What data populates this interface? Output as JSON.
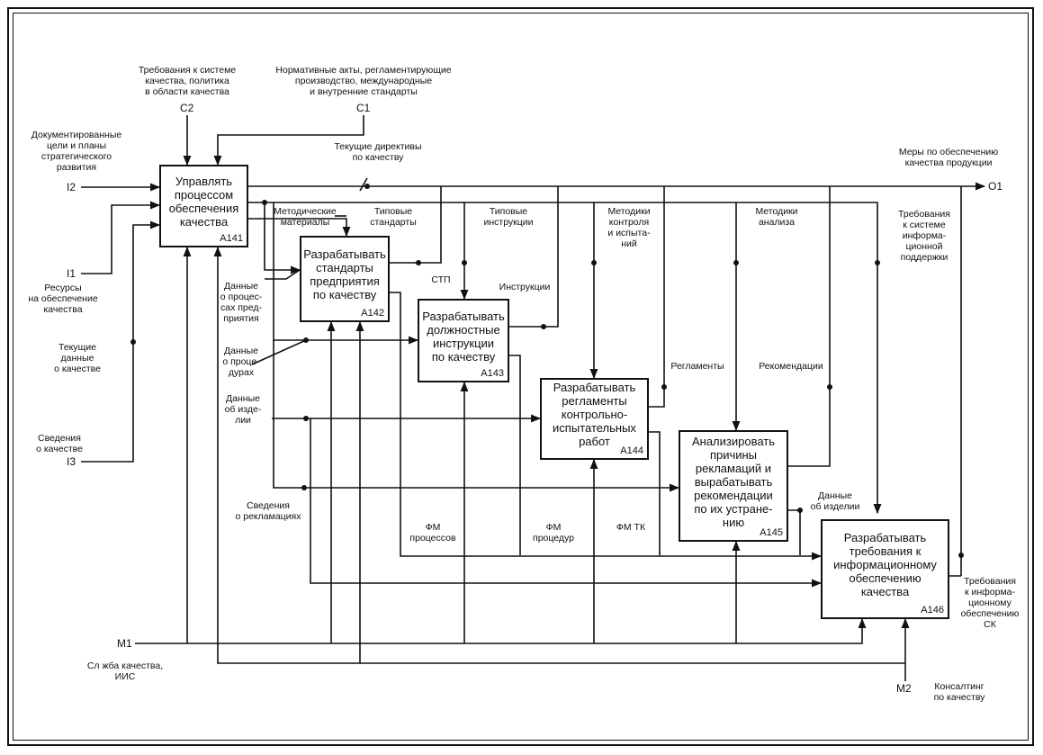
{
  "boxes": [
    {
      "id": "A141",
      "title": "Управлять\nпроцессом\nобеспечения\nкачества",
      "code": "A141"
    },
    {
      "id": "A142",
      "title": "Разрабатывать\nстандарты\nпредприятия\nпо качеству",
      "code": "A142"
    },
    {
      "id": "A143",
      "title": "Разрабатывать\nдолжностные\nинструкции\nпо качеству",
      "code": "A143"
    },
    {
      "id": "A144",
      "title": "Разрабатывать\nрегламенты\nконтрольно-\nиспытательных\nработ",
      "code": "A144"
    },
    {
      "id": "A145",
      "title": "Анализировать\nпричины\nрекламаций и\nвырабатывать\nрекомендации\nпо их устране-\nнию",
      "code": "A145"
    },
    {
      "id": "A146",
      "title": "Разрабатывать\nтребования к\nинформационному\nобеспечению\nкачества",
      "code": "A146"
    }
  ],
  "ports": {
    "C2": "C2",
    "C1": "C1",
    "I2": "I2",
    "I1": "I1",
    "I3": "I3",
    "O1": "O1",
    "M1": "M1",
    "M2": "M2"
  },
  "labels": {
    "c2_text": "Требования к системе\nкачества, политика\nв области качества",
    "c1_text": "Нормативные акты, регламентирующие\nпроизводство, международные\nи внутренние стандарты",
    "i2_text": "Документированные\nцели и планы\nстратегического\nразвития",
    "i1_text": "Ресурсы\nна обеспечение\nкачества",
    "current_data": "Текущие\nданные\nо качестве",
    "i3_text": "Сведения\nо качестве",
    "current_directives": "Текущие директивы\nпо качеству",
    "o1_text": "Меры по обеспечению\nкачества продукции",
    "method_materials": "Методические\nматериалы",
    "typical_standards": "Типовые\nстандарты",
    "typical_instructions": "Типовые\nинструкции",
    "methods_control": "Методики\nконтроля\nи испыта-\nний",
    "methods_analysis": "Методики\nанализа",
    "req_info_system": "Требования\nк системе\nинформа-\nционной\nподдержки",
    "process_data": "Данные\nо процес-\nсах пред-\nприятия",
    "procedure_data": "Данные\nо проце-\nдурах",
    "product_data": "Данные\nоб изде-\nлии",
    "stp": "СТП",
    "instructions": "Инструкции",
    "regulations": "Регламенты",
    "recommendations": "Рекомендации",
    "claims_info": "Сведения\nо рекламациях",
    "fm_processes": "ФМ\nпроцессов",
    "fm_procedures": "ФМ\nпроцедур",
    "fm_tk": "ФМ ТК",
    "product_data_2": "Данные\nоб изделии",
    "req_info_sk": "Требования\nк информа-\nционному\nобеспечению\nСК",
    "m1_text": "Сл жба качества,\nИИС",
    "m2_text": "Консалтинг\nпо качеству"
  },
  "colors": {
    "line": "#111111",
    "background": "#ffffff"
  }
}
